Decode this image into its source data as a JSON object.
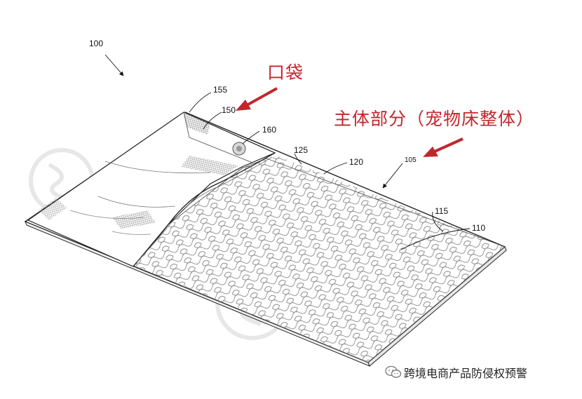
{
  "annotations": {
    "pocket": "口袋",
    "main_body": "主体部分（宠物床整体）"
  },
  "reference_numerals": {
    "r100": "100",
    "r105": "105",
    "r110": "110",
    "r115": "115",
    "r120": "120",
    "r125": "125",
    "r150": "150",
    "r155": "155",
    "r160": "160"
  },
  "watermark": {
    "account_name": "跨境电商产品防侵权预警",
    "icon": "wechat-chat-icon"
  },
  "colors": {
    "annotation": "#c0272d",
    "line": "#222222",
    "hatch": "#9a9a9a",
    "watermark": "#bfbfbf"
  }
}
